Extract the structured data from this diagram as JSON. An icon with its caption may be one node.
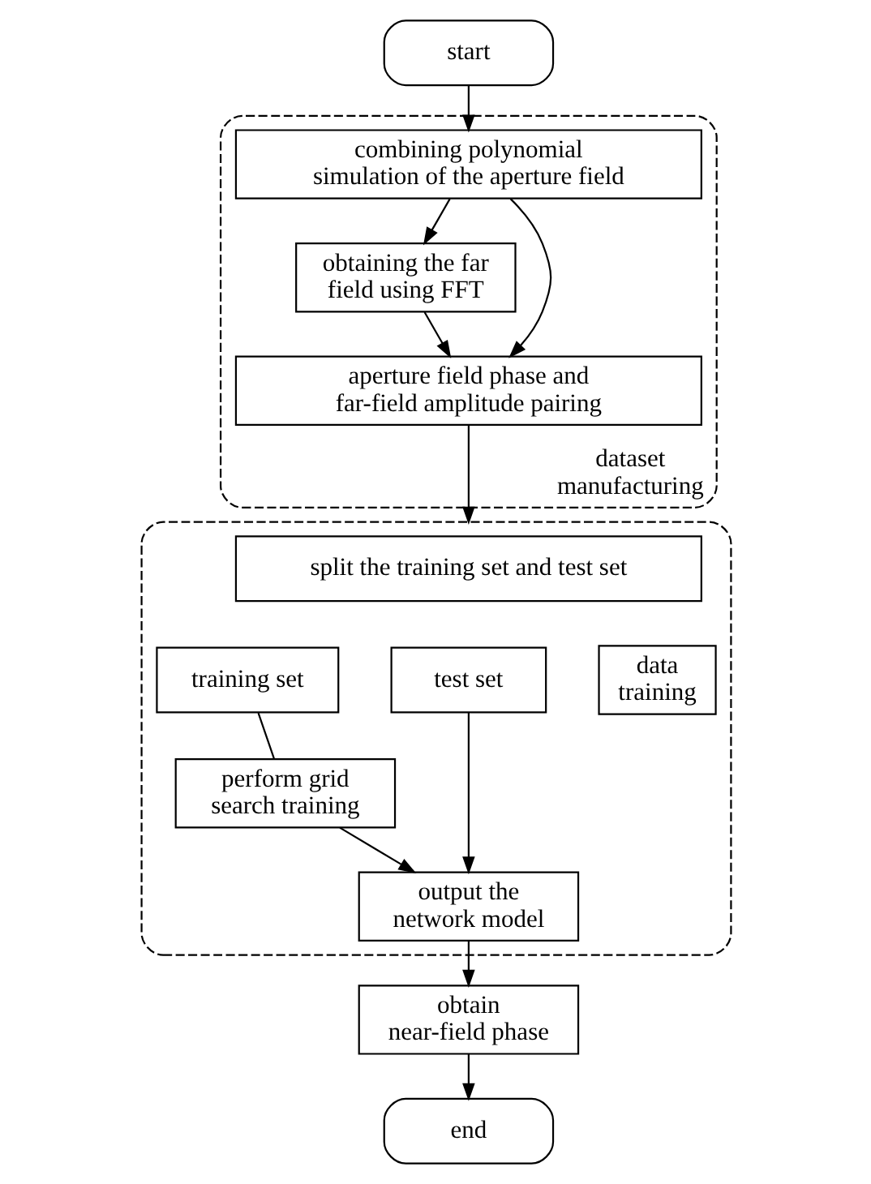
{
  "diagram": {
    "nodes": [
      {
        "text": [
          "start"
        ]
      },
      {
        "text": [
          "dataset manufacturing"
        ]
      },
      {
        "text": [
          "combining polynomial simulation of the aperture field"
        ],
        "in": 1
      },
      {
        "text": [
          "obtaining the far field using FFT"
        ],
        "in": 1
      },
      {
        "text": [
          "aperture field phase and far-field amplitude pairing"
        ],
        "in": 1
      },
      {
        "text": [],
        "shape": "box"
      },
      {
        "text": [
          "split the training set and test set"
        ],
        "in": 5
      },
      {
        "text": [
          "training set"
        ],
        "in": 5
      },
      {
        "text": [
          "test set"
        ],
        "in": 5
      },
      {
        "text": [
          "data training"
        ],
        "in": 5
      },
      {
        "text": [
          "perform grid search training"
        ],
        "in": 5
      },
      {
        "text": [
          "output the network model"
        ],
        "in": 5
      },
      {
        "text": [
          "obtain near-field phase"
        ]
      },
      {
        "text": [
          "end"
        ]
      }
    ],
    "edges": [
      {
        "from": 0,
        "to": 2,
        "arrow": "to"
      },
      {
        "from": 2,
        "to": 3,
        "arrow": "to"
      },
      {
        "from": 2,
        "to": 4,
        "arrow": "to"
      },
      {
        "from": 3,
        "to": 4,
        "arrow": "to"
      },
      {
        "from": 4,
        "to": 5,
        "arrow": "to"
      },
      {
        "from": 7,
        "to": 10,
        "arrow": "none"
      },
      {
        "from": 10,
        "to": 11,
        "arrow": "to"
      },
      {
        "from": 8,
        "to": 11,
        "arrow": "to"
      },
      {
        "from": 11,
        "to": 12,
        "arrow": "to"
      },
      {
        "from": 12,
        "to": 13,
        "arrow": "to"
      }
    ]
  }
}
